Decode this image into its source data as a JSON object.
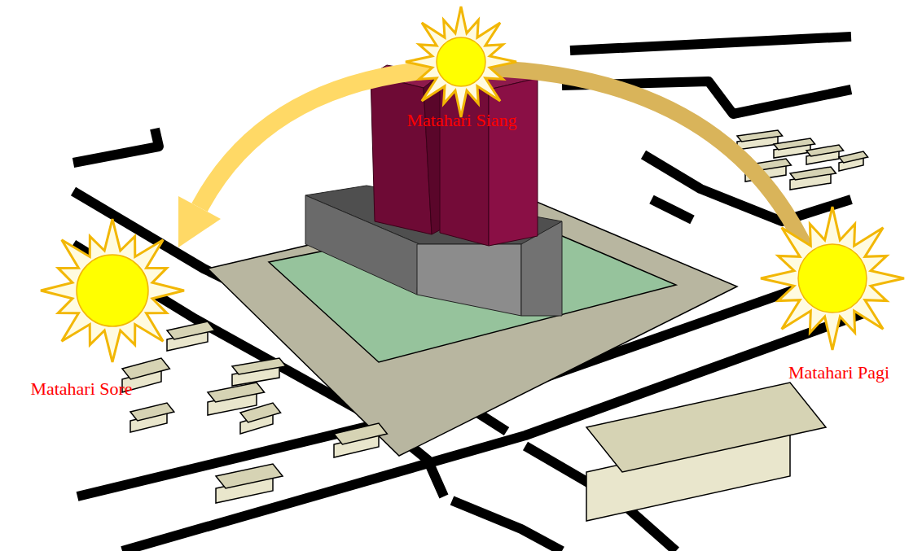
{
  "diagram": {
    "labels": [
      "Matahari Siang",
      "Matahari Sore",
      "Matahari Pagi"
    ]
  }
}
